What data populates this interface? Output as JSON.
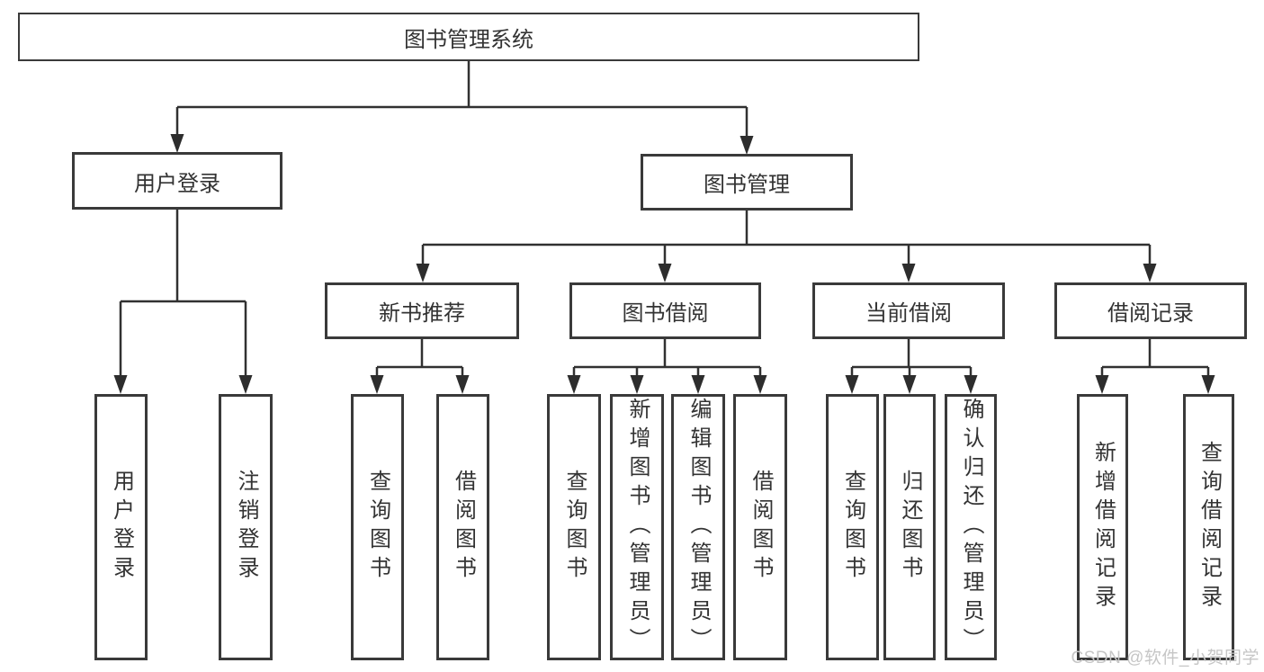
{
  "tree": {
    "label": "图书管理系统",
    "children": [
      {
        "label": "用户登录",
        "children": [
          {
            "label": "用户登录"
          },
          {
            "label": "注销登录"
          }
        ]
      },
      {
        "label": "图书管理",
        "children": [
          {
            "label": "新书推荐",
            "children": [
              {
                "label": "查询图书"
              },
              {
                "label": "借阅图书"
              }
            ]
          },
          {
            "label": "图书借阅",
            "children": [
              {
                "label": "查询图书"
              },
              {
                "label": "新增图书（管理员）"
              },
              {
                "label": "编辑图书（管理员）"
              },
              {
                "label": "借阅图书"
              }
            ]
          },
          {
            "label": "当前借阅",
            "children": [
              {
                "label": "查询图书"
              },
              {
                "label": "归还图书"
              },
              {
                "label": "确认归还（管理员）"
              }
            ]
          },
          {
            "label": "借阅记录",
            "children": [
              {
                "label": "新增借阅记录"
              },
              {
                "label": "查询借阅记录"
              }
            ]
          }
        ]
      }
    ]
  },
  "watermark": {
    "text": "CSDN @软件_小贺同学"
  },
  "colors": {
    "line": "#313131",
    "arrow": "#2d2d2d",
    "box_border": "#3a3a3a",
    "text": "#333333",
    "watermark": "#c6c6c6",
    "background": "#ffffff"
  }
}
